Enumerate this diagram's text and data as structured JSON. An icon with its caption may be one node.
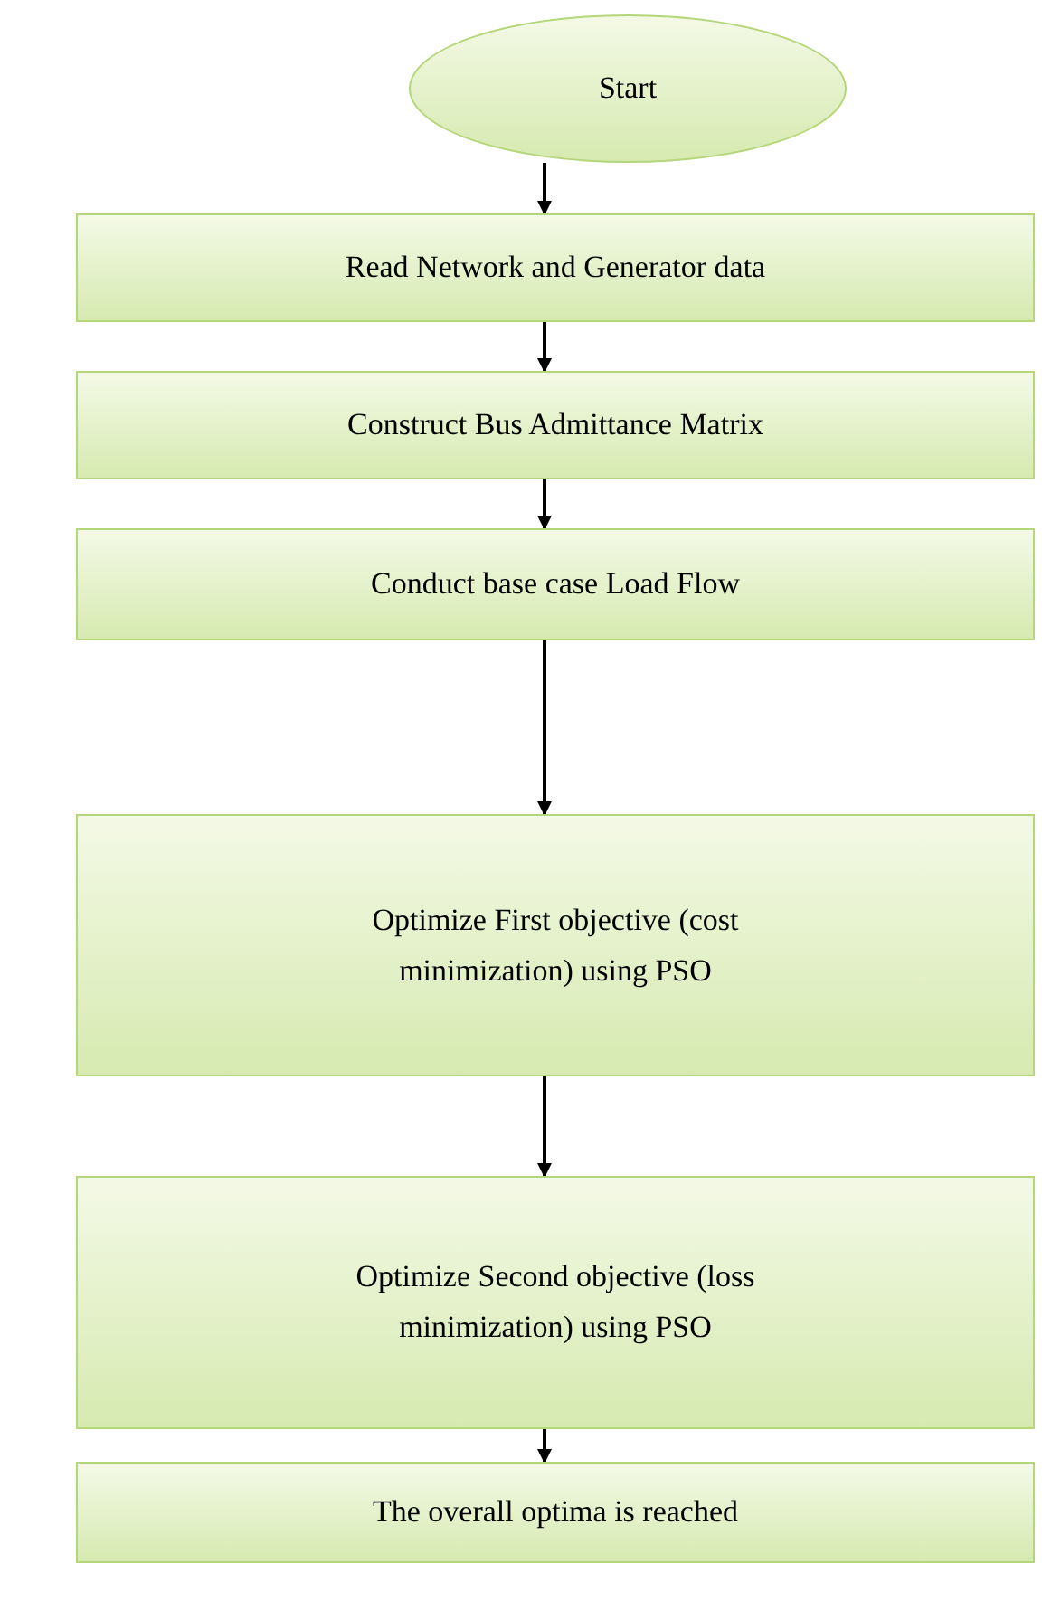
{
  "diagram": {
    "nodes": [
      {
        "text": [
          "Start"
        ]
      },
      {
        "text": [
          "Read Network and Generator data"
        ]
      },
      {
        "text": [
          "Construct Bus Admittance Matrix"
        ]
      },
      {
        "text": [
          "Conduct base case Load Flow"
        ]
      },
      {
        "text": [
          "Optimize First objective (cost minimization) using PSO"
        ]
      },
      {
        "text": [
          "Optimize Second objective (loss minimization) using PSO"
        ]
      },
      {
        "text": [
          "The overall optima is reached"
        ]
      }
    ],
    "edges": [
      {
        "from": 0,
        "to": 1,
        "arrow": "to"
      },
      {
        "from": 1,
        "to": 2,
        "arrow": "to"
      },
      {
        "from": 2,
        "to": 3,
        "arrow": "to"
      },
      {
        "from": 3,
        "to": 4,
        "arrow": "to"
      },
      {
        "from": 4,
        "to": 5,
        "arrow": "to"
      },
      {
        "from": 5,
        "to": 6,
        "arrow": "to"
      }
    ]
  }
}
